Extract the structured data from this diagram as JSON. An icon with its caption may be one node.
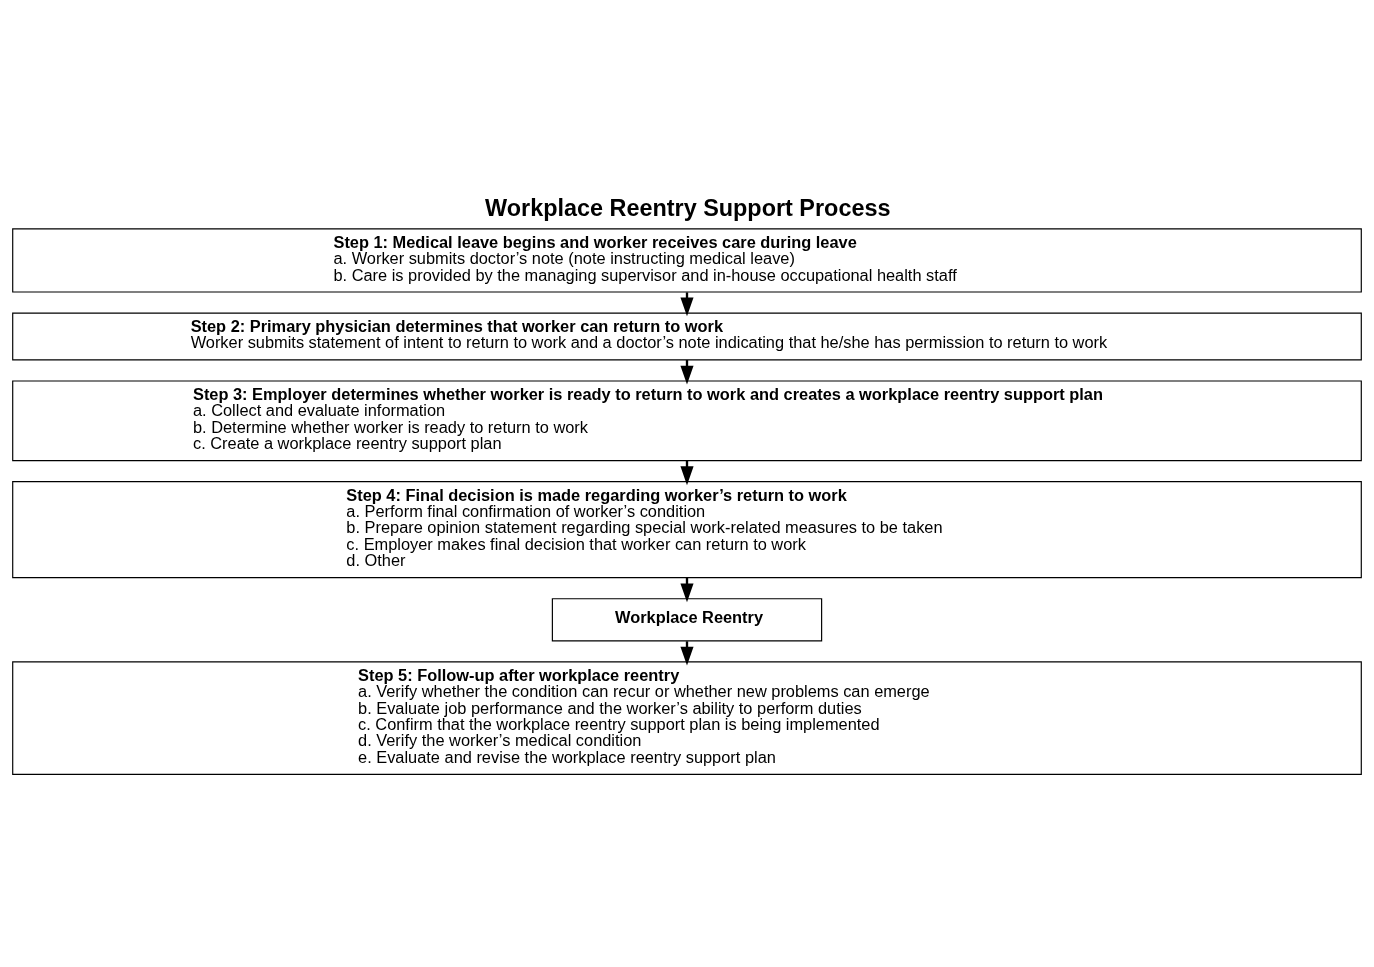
{
  "diagram": {
    "title": "Workplace Reentry Support Process",
    "nodes": [
      {
        "text": [
          "Step 1: Medical leave begins and worker receives care during leave",
          "a. Worker submits doctor’s note (note instructing medical leave)",
          "b. Care is provided by the managing supervisor and in-house occupational health staff"
        ]
      },
      {
        "text": [
          "Step 2: Primary physician determines that worker can return to work",
          "Worker submits statement of intent to return to work and a doctor’s note indicating that he/she has permission to return to work"
        ]
      },
      {
        "text": [
          "Step 3: Employer determines whether worker is ready to return to work and creates a workplace reentry support plan",
          "a. Collect and evaluate information",
          "b. Determine whether worker is ready to return to work",
          "c. Create a workplace reentry support plan"
        ]
      },
      {
        "text": [
          "Step 4: Final decision is made regarding worker’s return to work",
          "a. Perform final confirmation of worker’s condition",
          "b. Prepare opinion statement regarding special work-related measures to be taken",
          "c. Employer makes final decision that worker can return to work",
          "d. Other"
        ]
      },
      {
        "text": [
          "Workplace Reentry"
        ]
      },
      {
        "text": [
          "Step 5: Follow-up after workplace reentry",
          "a. Verify whether the condition can recur or whether new problems can emerge",
          "b. Evaluate job performance and the worker’s ability to perform duties",
          "c. Confirm that the workplace reentry support plan is being implemented",
          "d. Verify the worker’s medical condition",
          "e. Evaluate and revise the workplace reentry support plan"
        ]
      }
    ],
    "edges": [
      {
        "from": 0,
        "to": 1,
        "arrow": "to"
      },
      {
        "from": 1,
        "to": 2,
        "arrow": "to"
      },
      {
        "from": 2,
        "to": 3,
        "arrow": "to"
      },
      {
        "from": 3,
        "to": 4,
        "arrow": "to"
      },
      {
        "from": 4,
        "to": 5,
        "arrow": "to"
      }
    ]
  }
}
